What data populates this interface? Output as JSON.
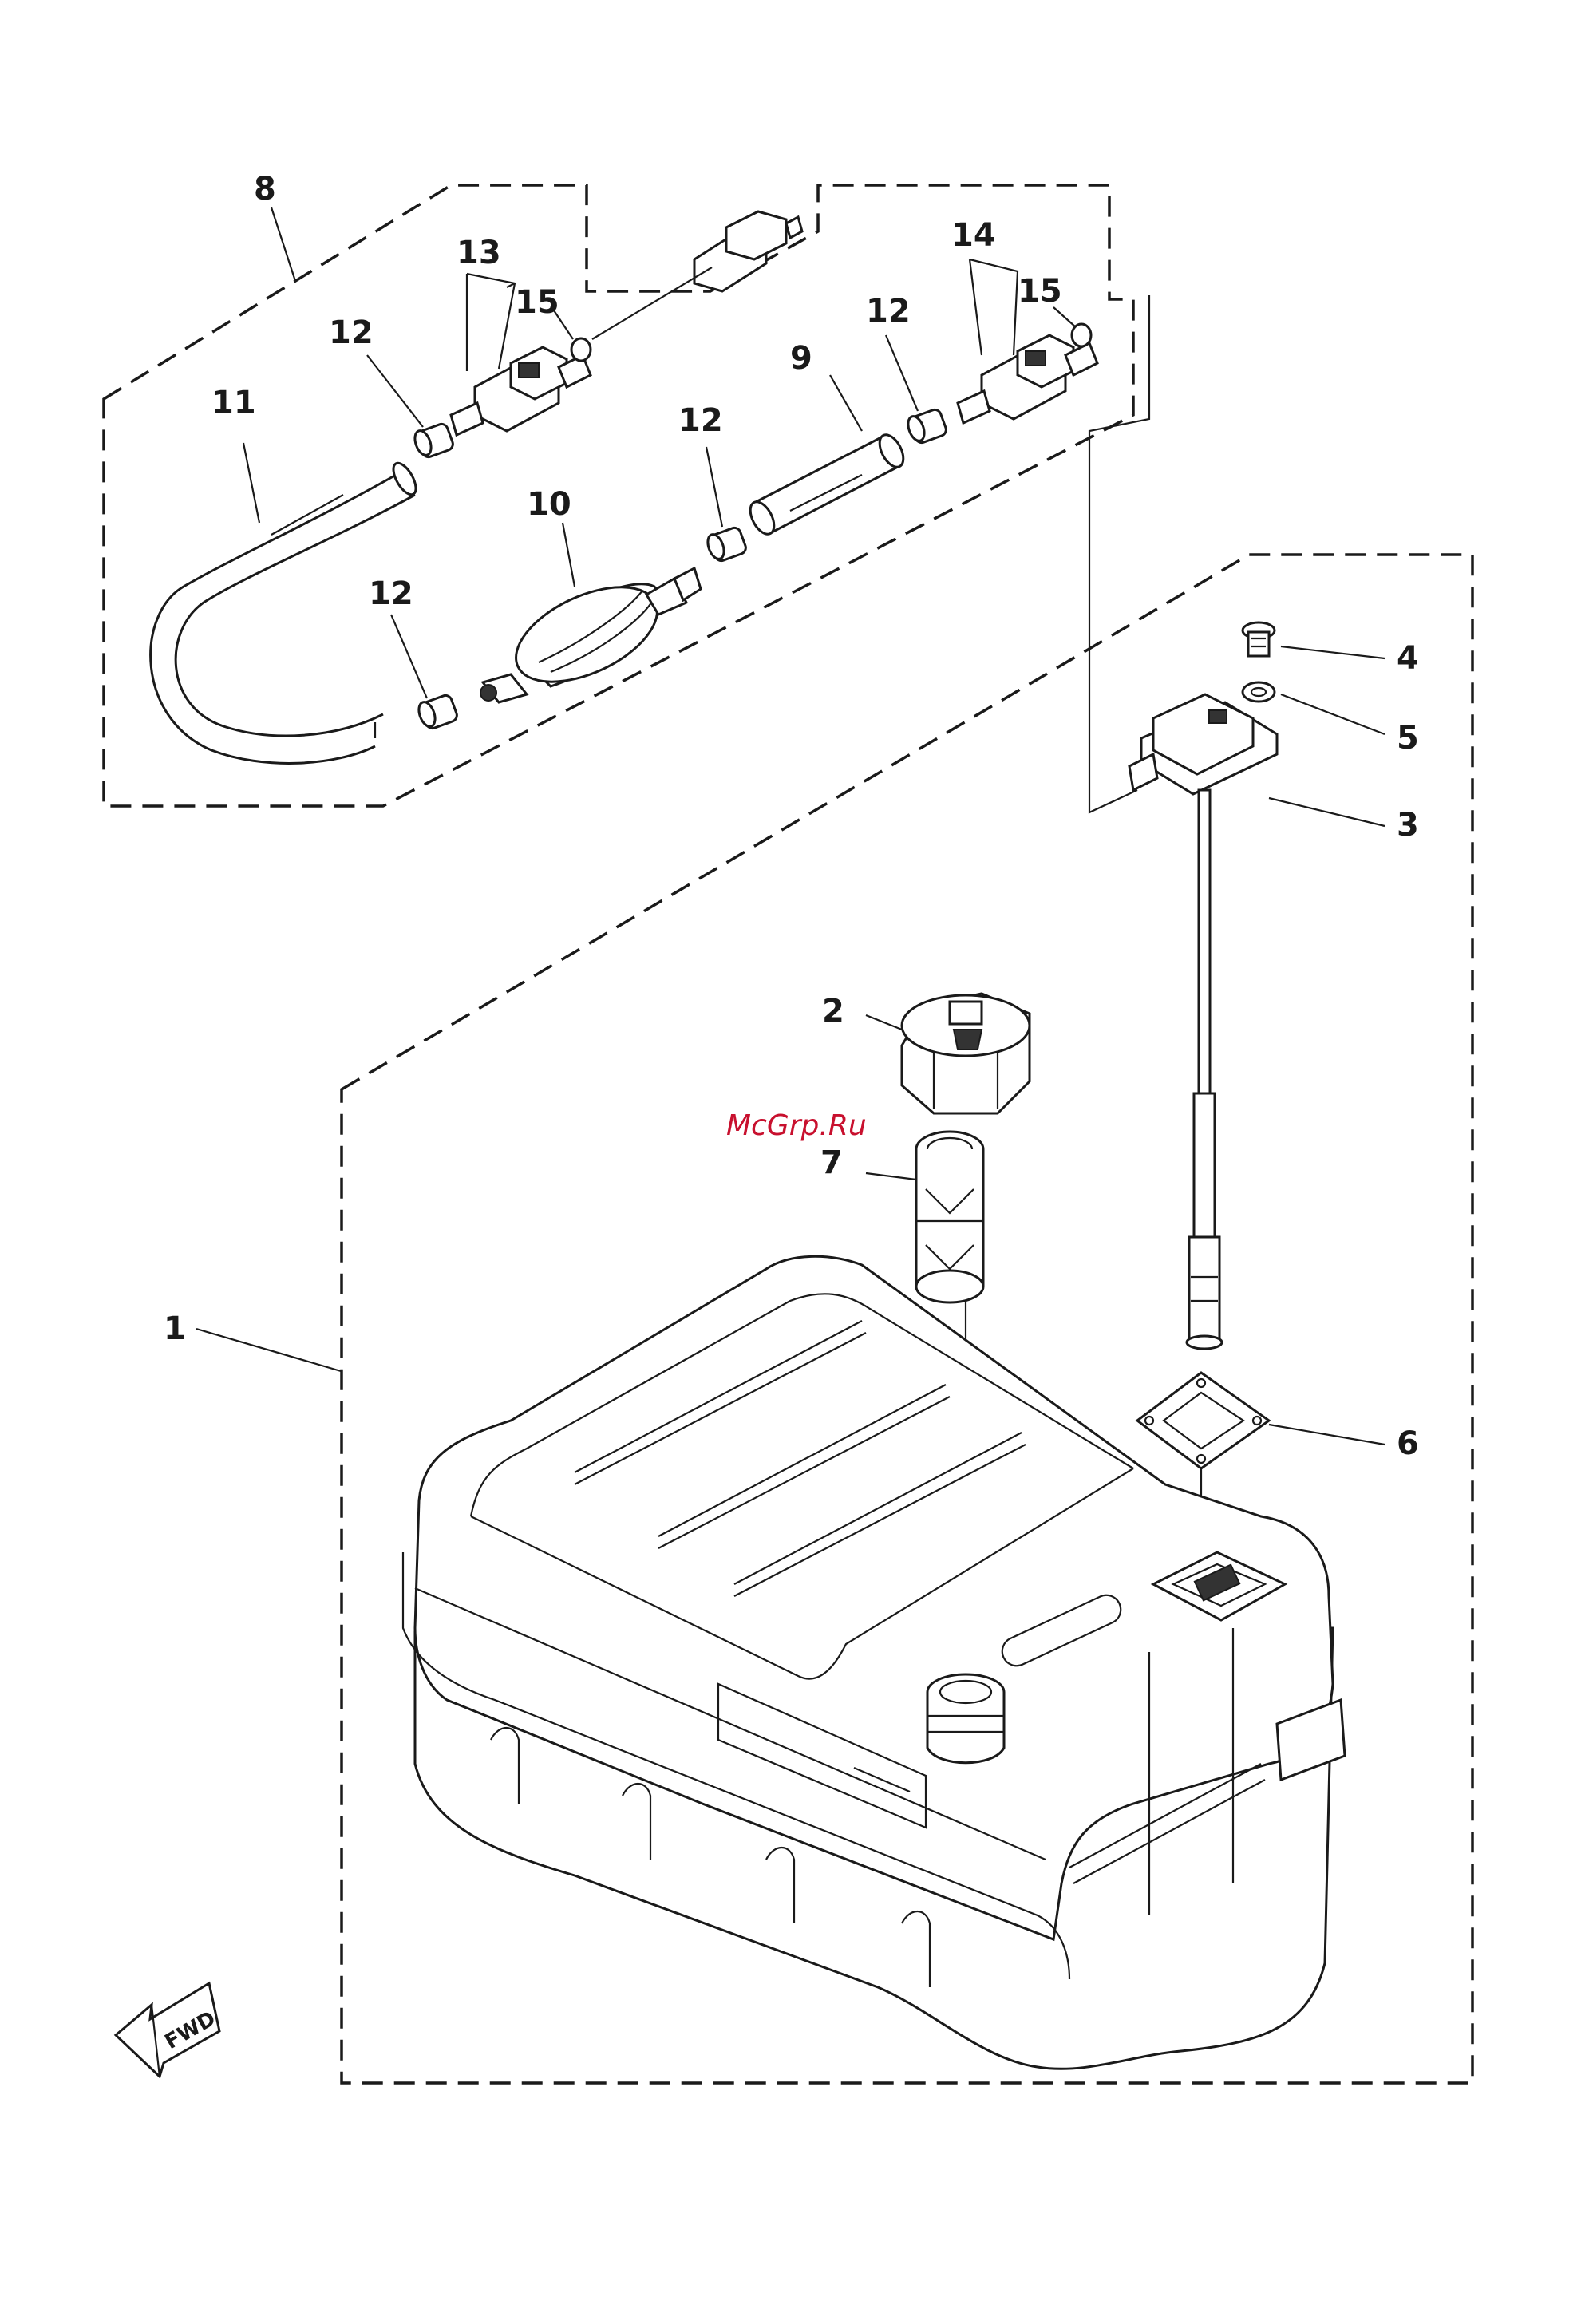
{
  "callouts": {
    "c1": "1",
    "c2": "2",
    "c3": "3",
    "c4": "4",
    "c5": "5",
    "c6": "6",
    "c7": "7",
    "c8": "8",
    "c9": "9",
    "c10": "10",
    "c11": "11",
    "c12a": "12",
    "c12b": "12",
    "c12c": "12",
    "c12d": "12",
    "c13": "13",
    "c14": "14",
    "c15a": "15",
    "c15b": "15"
  },
  "watermark": "McGrp.Ru",
  "direction_arrow": {
    "label": "FWD",
    "icon": "arrow-left-down-icon"
  },
  "colors": {
    "line": "#1a1a1a",
    "watermark": "#c8102e",
    "background": "#ffffff"
  }
}
